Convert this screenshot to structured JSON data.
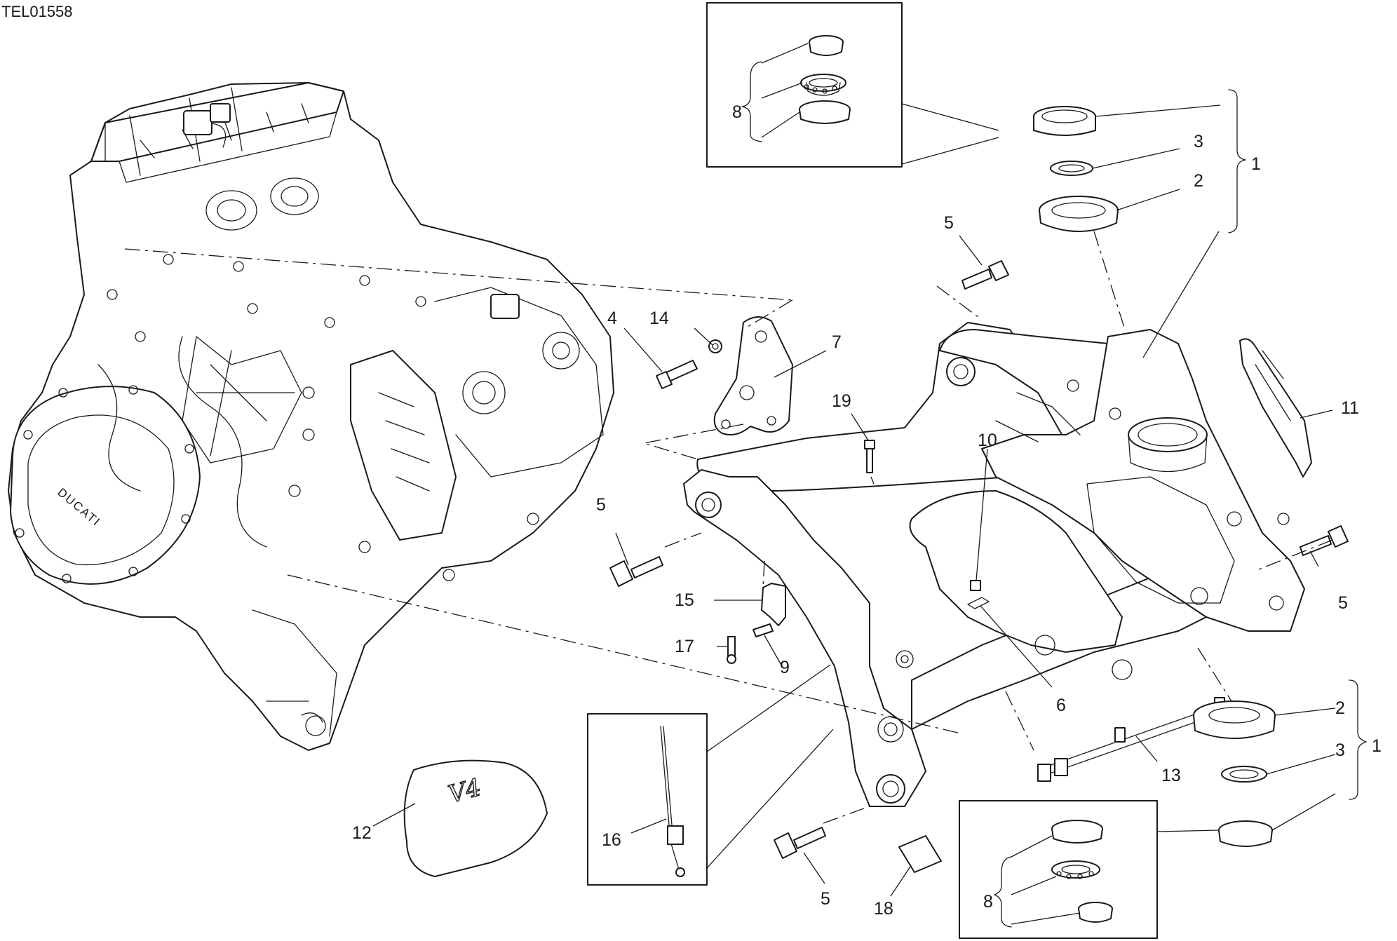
{
  "drawing_code": "TEL01558",
  "engine_logo_text": "DUCATI",
  "callouts": {
    "c1_top": "1",
    "c2_top": "2",
    "c3_top": "3",
    "c8_top": "8",
    "c5_top": "5",
    "c4": "4",
    "c14": "14",
    "c7": "7",
    "c19": "19",
    "c10": "10",
    "c11": "11",
    "c5_right": "5",
    "c5_left": "5",
    "c15": "15",
    "c17": "17",
    "c9": "9",
    "c6": "6",
    "c13": "13",
    "c2_bottom": "2",
    "c3_bottom": "3",
    "c1_bottom": "1",
    "c12": "12",
    "c16": "16",
    "c5_bottom": "5",
    "c18": "18",
    "c8_bottom": "8"
  },
  "colors": {
    "line": "#1a1a1a",
    "background": "#ffffff"
  }
}
